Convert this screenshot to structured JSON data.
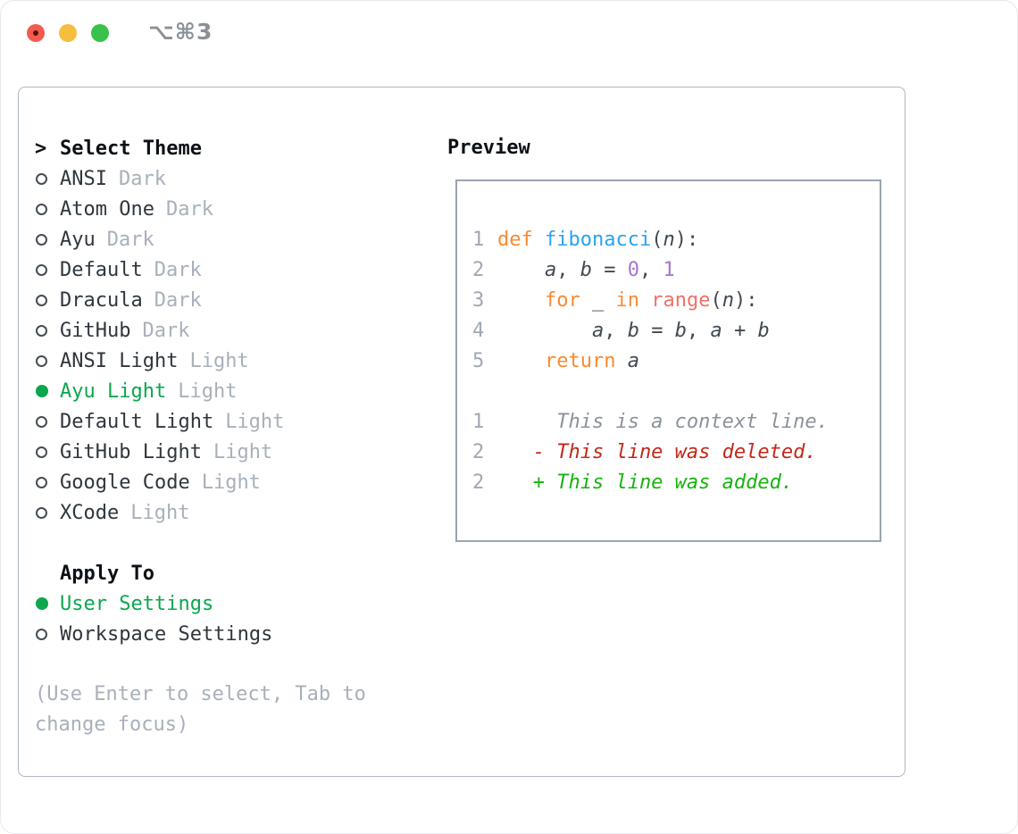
{
  "colors": {
    "ui_green": "#0ca64f",
    "added_green": "#17b30d",
    "deleted_red": "#c2281a",
    "keyword_orange": "#f98a30",
    "function_blue": "#29a3ee",
    "number_purple": "#a478d1",
    "builtin_coral": "#f2706a",
    "muted_gray": "#a8b0ba",
    "panel_border": "#aeb6c1",
    "traffic_red": "#f25c50",
    "traffic_yellow": "#f5be3e",
    "traffic_green": "#38c24b"
  },
  "titlebar": {
    "title": "⌥⌘3"
  },
  "theme_picker": {
    "prompt": ">",
    "header": "Select Theme",
    "items": [
      {
        "name": "ANSI",
        "variant": "Dark",
        "selected": false
      },
      {
        "name": "Atom One",
        "variant": "Dark",
        "selected": false
      },
      {
        "name": "Ayu",
        "variant": "Dark",
        "selected": false
      },
      {
        "name": "Default",
        "variant": "Dark",
        "selected": false
      },
      {
        "name": "Dracula",
        "variant": "Dark",
        "selected": false
      },
      {
        "name": "GitHub",
        "variant": "Dark",
        "selected": false
      },
      {
        "name": "ANSI Light",
        "variant": "Light",
        "selected": false
      },
      {
        "name": "Ayu Light",
        "variant": "Light",
        "selected": true
      },
      {
        "name": "Default Light",
        "variant": "Light",
        "selected": false
      },
      {
        "name": "GitHub Light",
        "variant": "Light",
        "selected": false
      },
      {
        "name": "Google Code",
        "variant": "Light",
        "selected": false
      },
      {
        "name": "XCode",
        "variant": "Light",
        "selected": false
      }
    ]
  },
  "apply_to": {
    "header": "Apply To",
    "options": [
      {
        "label": "User Settings",
        "selected": true
      },
      {
        "label": "Workspace Settings",
        "selected": false
      }
    ]
  },
  "hint": {
    "lines": [
      "(Use Enter to select, Tab to",
      "change focus)"
    ]
  },
  "preview": {
    "header": "Preview",
    "lines": [
      {
        "num": "1",
        "tokens": [
          {
            "t": "def",
            "c": "kw"
          },
          {
            "t": " ",
            "c": "plain"
          },
          {
            "t": "fibonacci",
            "c": "fn"
          },
          {
            "t": "(",
            "c": "plain"
          },
          {
            "t": "n",
            "c": "var"
          },
          {
            "t": "):",
            "c": "plain"
          }
        ]
      },
      {
        "num": "2",
        "tokens": [
          {
            "t": "    ",
            "c": "plain"
          },
          {
            "t": "a",
            "c": "var"
          },
          {
            "t": ", ",
            "c": "plain"
          },
          {
            "t": "b",
            "c": "var"
          },
          {
            "t": " = ",
            "c": "plain"
          },
          {
            "t": "0",
            "c": "num"
          },
          {
            "t": ", ",
            "c": "plain"
          },
          {
            "t": "1",
            "c": "num"
          }
        ]
      },
      {
        "num": "3",
        "tokens": [
          {
            "t": "    ",
            "c": "plain"
          },
          {
            "t": "for",
            "c": "kw"
          },
          {
            "t": " _ ",
            "c": "plain"
          },
          {
            "t": "in",
            "c": "kw"
          },
          {
            "t": " ",
            "c": "plain"
          },
          {
            "t": "range",
            "c": "coral"
          },
          {
            "t": "(",
            "c": "plain"
          },
          {
            "t": "n",
            "c": "var"
          },
          {
            "t": "):",
            "c": "plain"
          }
        ]
      },
      {
        "num": "4",
        "tokens": [
          {
            "t": "        ",
            "c": "plain"
          },
          {
            "t": "a",
            "c": "var"
          },
          {
            "t": ", ",
            "c": "plain"
          },
          {
            "t": "b",
            "c": "var"
          },
          {
            "t": " = ",
            "c": "plain"
          },
          {
            "t": "b",
            "c": "var"
          },
          {
            "t": ", ",
            "c": "plain"
          },
          {
            "t": "a",
            "c": "var"
          },
          {
            "t": " + ",
            "c": "plain"
          },
          {
            "t": "b",
            "c": "var"
          }
        ]
      },
      {
        "num": "5",
        "tokens": [
          {
            "t": "    ",
            "c": "plain"
          },
          {
            "t": "return",
            "c": "kw"
          },
          {
            "t": " ",
            "c": "plain"
          },
          {
            "t": "a",
            "c": "var"
          }
        ]
      },
      {
        "blank": true
      },
      {
        "num": "1",
        "tokens": [
          {
            "t": "     This is a context line.",
            "c": "ctx"
          }
        ]
      },
      {
        "num": "2",
        "tokens": [
          {
            "t": "   - This line was deleted.",
            "c": "del"
          }
        ]
      },
      {
        "num": "2",
        "tokens": [
          {
            "t": "   + This line was added.",
            "c": "add"
          }
        ]
      }
    ]
  }
}
